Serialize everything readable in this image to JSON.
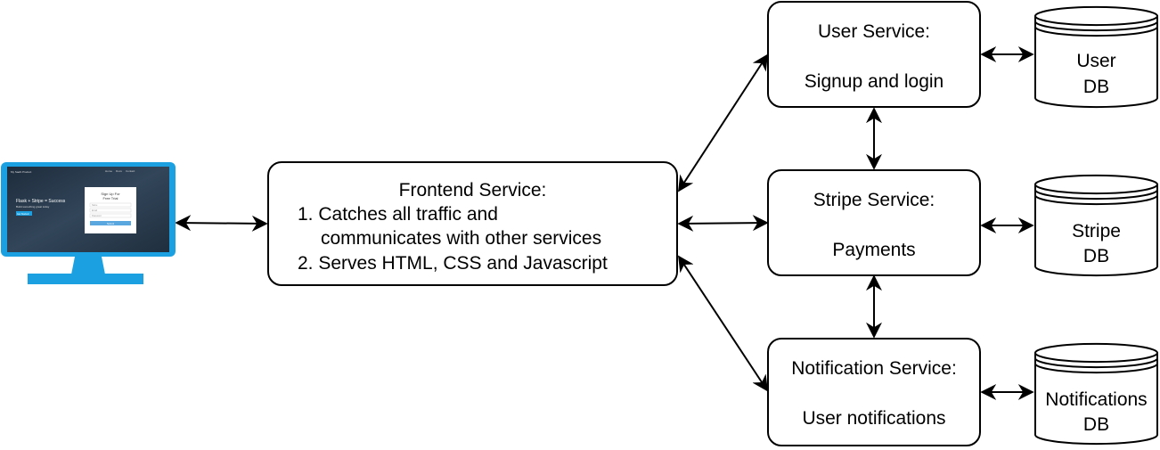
{
  "frontend": {
    "title": "Frontend Service:",
    "items": [
      "1. Catches all traffic and",
      "communicates with other services",
      "2. Serves HTML, CSS and Javascript"
    ]
  },
  "user_service": {
    "title": "User Service:",
    "desc": "Signup and login"
  },
  "stripe_service": {
    "title": "Stripe Service:",
    "desc": "Payments"
  },
  "notification_service": {
    "title": "Notification Service:",
    "desc": "User notifications"
  },
  "databases": {
    "user": [
      "User",
      "DB"
    ],
    "stripe": [
      "Stripe",
      "DB"
    ],
    "notifications": [
      "Notifications",
      "DB"
    ]
  },
  "monitor": {
    "icon": "monitor-icon",
    "screen_brand": "My SaaS Product",
    "screen_nav": [
      "Home",
      "Docs",
      "Contact"
    ],
    "screen_headline": "Flask + Stripe = Success",
    "screen_subline": "Build something great today",
    "screen_button": "Get Started",
    "form_title": [
      "Sign Up For",
      "Free Trial"
    ],
    "form_fields": [
      "Name",
      "Email",
      "Password"
    ],
    "form_submit": "Submit",
    "frame_color": "#1ba1e2",
    "screen_color": "#243447"
  },
  "colors": {
    "stroke": "#000000",
    "background": "#ffffff"
  }
}
